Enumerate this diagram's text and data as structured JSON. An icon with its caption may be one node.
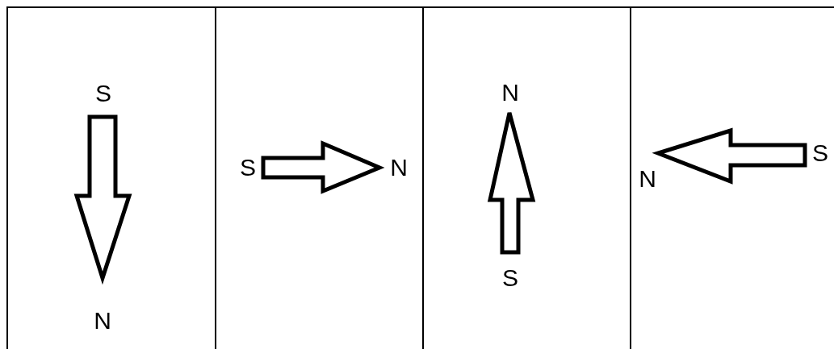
{
  "diagram": {
    "nodes": [
      {
        "text": [
          "S",
          "N"
        ]
      },
      {
        "text": [
          "S",
          "N"
        ]
      },
      {
        "text": [
          "N",
          "S"
        ]
      },
      {
        "text": [
          "N",
          "S"
        ]
      }
    ]
  }
}
